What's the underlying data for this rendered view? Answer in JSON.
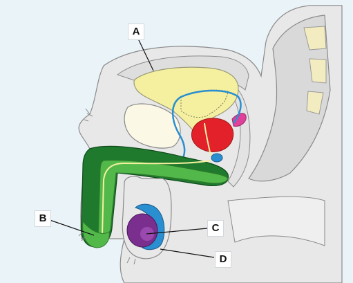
{
  "labels": {
    "a": "A",
    "b": "B",
    "c": "C",
    "d": "D"
  },
  "colors": {
    "background": "#e9f3f8",
    "tissue": "#e8e8e8",
    "outline": "#8a8a8a",
    "bladder": "#f5f0a0",
    "prostate": "#e3212b",
    "vesicle": "#e0409a",
    "penis_dark": "#1f7a2e",
    "penis_light": "#52b84a",
    "testis": "#7a2f8f",
    "epididymis": "#2a8fd0",
    "vas_deferens": "#2a8fd0"
  }
}
